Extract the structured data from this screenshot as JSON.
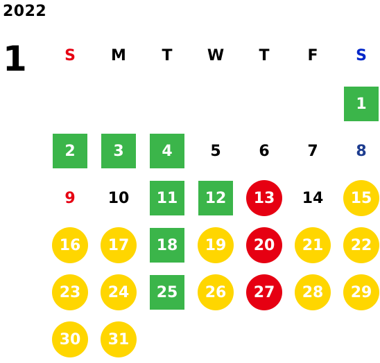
{
  "calendar": {
    "year": "2022",
    "month": "1",
    "weekdays": [
      "S",
      "M",
      "T",
      "W",
      "T",
      "F",
      "S"
    ],
    "colors": {
      "sunday": "#e60012",
      "saturday": "#0026c9",
      "green": "#3bb54a",
      "yellow": "#ffd600",
      "red": "#e60012"
    },
    "weeks": [
      [
        null,
        null,
        null,
        null,
        null,
        null,
        {
          "day": "1",
          "style": "green"
        }
      ],
      [
        {
          "day": "2",
          "style": "green"
        },
        {
          "day": "3",
          "style": "green"
        },
        {
          "day": "4",
          "style": "green"
        },
        {
          "day": "5",
          "style": "plain"
        },
        {
          "day": "6",
          "style": "plain"
        },
        {
          "day": "7",
          "style": "plain"
        },
        {
          "day": "8",
          "style": "sat-text"
        }
      ],
      [
        {
          "day": "9",
          "style": "sun-text"
        },
        {
          "day": "10",
          "style": "plain"
        },
        {
          "day": "11",
          "style": "green"
        },
        {
          "day": "12",
          "style": "green"
        },
        {
          "day": "13",
          "style": "red"
        },
        {
          "day": "14",
          "style": "plain"
        },
        {
          "day": "15",
          "style": "yellow"
        }
      ],
      [
        {
          "day": "16",
          "style": "yellow"
        },
        {
          "day": "17",
          "style": "yellow"
        },
        {
          "day": "18",
          "style": "green"
        },
        {
          "day": "19",
          "style": "yellow"
        },
        {
          "day": "20",
          "style": "red"
        },
        {
          "day": "21",
          "style": "yellow"
        },
        {
          "day": "22",
          "style": "yellow"
        }
      ],
      [
        {
          "day": "23",
          "style": "yellow"
        },
        {
          "day": "24",
          "style": "yellow"
        },
        {
          "day": "25",
          "style": "green"
        },
        {
          "day": "26",
          "style": "yellow"
        },
        {
          "day": "27",
          "style": "red"
        },
        {
          "day": "28",
          "style": "yellow"
        },
        {
          "day": "29",
          "style": "yellow"
        }
      ],
      [
        {
          "day": "30",
          "style": "yellow"
        },
        {
          "day": "31",
          "style": "yellow"
        },
        null,
        null,
        null,
        null,
        null
      ]
    ]
  }
}
